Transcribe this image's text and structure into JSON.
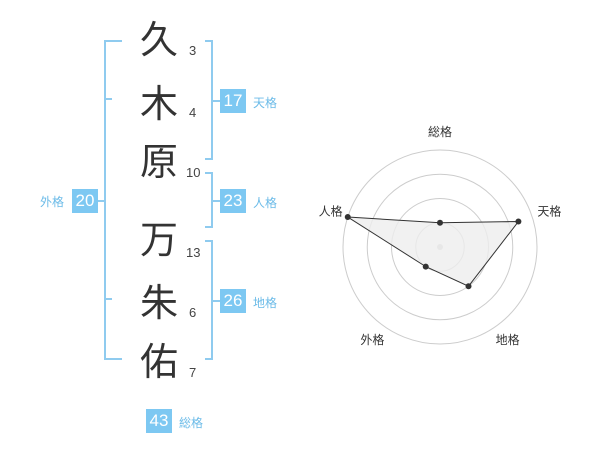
{
  "name_chars": [
    {
      "char": "久",
      "strokes": "3"
    },
    {
      "char": "木",
      "strokes": "4"
    },
    {
      "char": "原",
      "strokes": "10"
    },
    {
      "char": "万",
      "strokes": "13"
    },
    {
      "char": "朱",
      "strokes": "6"
    },
    {
      "char": "佑",
      "strokes": "7"
    }
  ],
  "kakusu": {
    "tenkaku": {
      "value": "17",
      "label": "天格"
    },
    "jinkaku": {
      "value": "23",
      "label": "人格"
    },
    "chikaku": {
      "value": "26",
      "label": "地格"
    },
    "gaikaku": {
      "value": "20",
      "label": "外格"
    },
    "soukaku": {
      "value": "43",
      "label": "総格"
    }
  },
  "colors": {
    "accent": "#7dc8f2",
    "bracket": "#8fcbef",
    "radar_fill": "#eeeeee"
  },
  "chart_data": {
    "type": "radar",
    "axes": [
      "総格",
      "天格",
      "地格",
      "外格",
      "人格"
    ],
    "values": [
      0.25,
      0.85,
      0.5,
      0.25,
      1.0
    ],
    "max": 1.0,
    "rings": 4
  }
}
